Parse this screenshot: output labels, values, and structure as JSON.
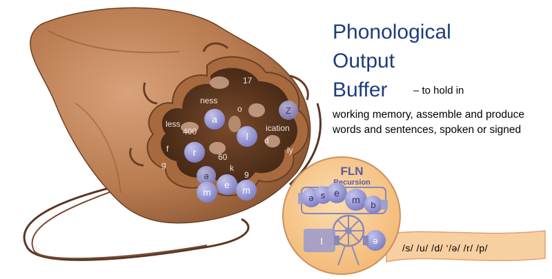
{
  "title": {
    "line1": "Phonological",
    "line2": "Output",
    "line3": "Buffer",
    "inline": "– to hold in",
    "desc1": "working memory, assemble and produce",
    "desc2": "words and sentences, spoken or signed"
  },
  "bag": {
    "fragments": [
      "17",
      "ness",
      "o",
      "Z",
      "less",
      "400",
      "ication",
      "d",
      "ly",
      "f",
      "60",
      "k",
      "9",
      "g"
    ],
    "bubbles": [
      "a",
      "l",
      "r",
      "ə",
      "e",
      "m",
      "m"
    ]
  },
  "fln": {
    "label": "FLN",
    "sublabel": "Recursion",
    "bubbles": [
      "ə",
      "s",
      "e",
      "m",
      "b",
      "l",
      "ə"
    ]
  },
  "tape": {
    "text": "/s/  /u/  /d/  ‘/ə/  /r/  /p/"
  },
  "colors": {
    "title": "#1f3c7a",
    "leather": "#b87a4f",
    "bubble": "#8f8fcc",
    "fln_disc": "#f6c98c",
    "tape": "#f8cfa0"
  }
}
